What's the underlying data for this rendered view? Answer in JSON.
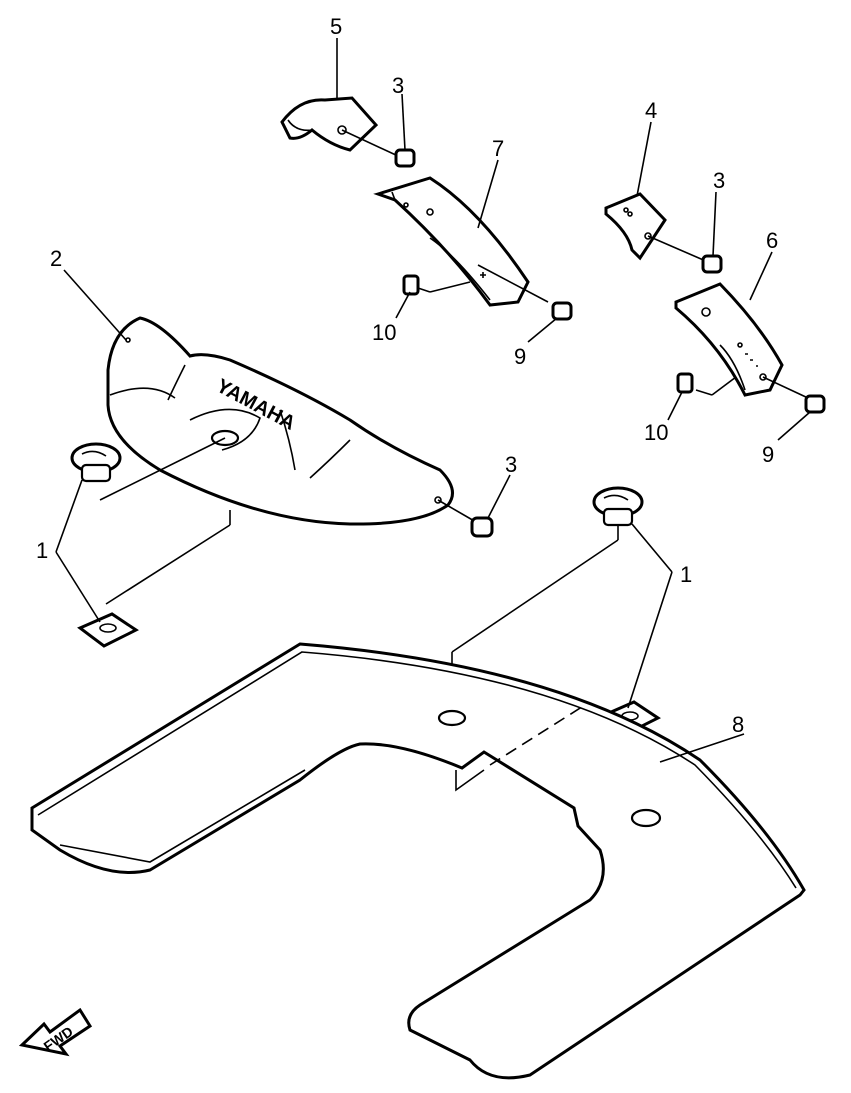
{
  "diagram": {
    "callouts": [
      {
        "id": "lbl-5",
        "text": "5"
      },
      {
        "id": "lbl-3a",
        "text": "3"
      },
      {
        "id": "lbl-7",
        "text": "7"
      },
      {
        "id": "lbl-4",
        "text": "4"
      },
      {
        "id": "lbl-3b",
        "text": "3"
      },
      {
        "id": "lbl-6",
        "text": "6"
      },
      {
        "id": "lbl-2",
        "text": "2"
      },
      {
        "id": "lbl-10a",
        "text": "10"
      },
      {
        "id": "lbl-9a",
        "text": "9"
      },
      {
        "id": "lbl-10b",
        "text": "10"
      },
      {
        "id": "lbl-9b",
        "text": "9"
      },
      {
        "id": "lbl-3c",
        "text": "3"
      },
      {
        "id": "lbl-1a",
        "text": "1"
      },
      {
        "id": "lbl-1b",
        "text": "1"
      },
      {
        "id": "lbl-8",
        "text": "8"
      }
    ],
    "logo_text": "YAMAHA",
    "fwd_text": "FWD"
  }
}
